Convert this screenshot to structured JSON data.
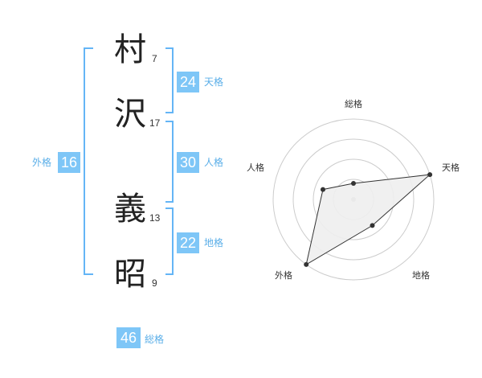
{
  "name": {
    "characters": [
      {
        "char": "村",
        "strokes": "7"
      },
      {
        "char": "沢",
        "strokes": "17"
      },
      {
        "char": "義",
        "strokes": "13"
      },
      {
        "char": "昭",
        "strokes": "9"
      }
    ]
  },
  "fortune": {
    "tenkaku": {
      "value": "24",
      "label": "天格"
    },
    "jinkaku": {
      "value": "30",
      "label": "人格"
    },
    "chikaku": {
      "value": "22",
      "label": "地格"
    },
    "gaikaku": {
      "value": "16",
      "label": "外格"
    },
    "soukaku": {
      "value": "46",
      "label": "総格"
    }
  },
  "chart_data": {
    "type": "radar",
    "axes": [
      "総格",
      "天格",
      "地格",
      "外格",
      "人格"
    ],
    "values": [
      1,
      5,
      2,
      5,
      2
    ],
    "range": [
      0,
      5
    ],
    "rings": 4,
    "colors": {
      "ring": "#cccccc",
      "fill": "#eeeeee",
      "line": "#333333",
      "point": "#333333",
      "center": "#bbbbbb"
    }
  },
  "colors": {
    "accent": "#7ec6f7",
    "bracket": "#64b5f6",
    "label": "#5aaee8"
  }
}
